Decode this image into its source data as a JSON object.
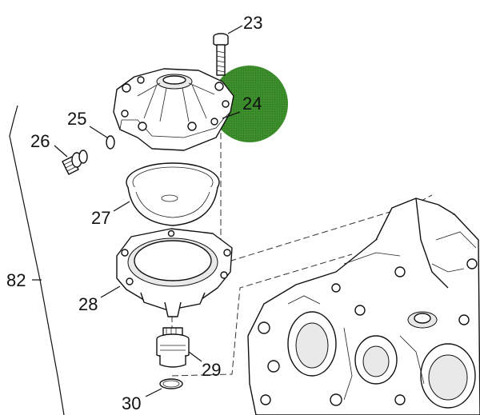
{
  "callouts": {
    "c23": "23",
    "c24": "24",
    "c25": "25",
    "c26": "26",
    "c27": "27",
    "c28": "28",
    "c29": "29",
    "c30": "30",
    "c82": "82"
  },
  "colors": {
    "highlight": "#3d8f2c",
    "line": "#111111",
    "background": "#ffffff"
  }
}
